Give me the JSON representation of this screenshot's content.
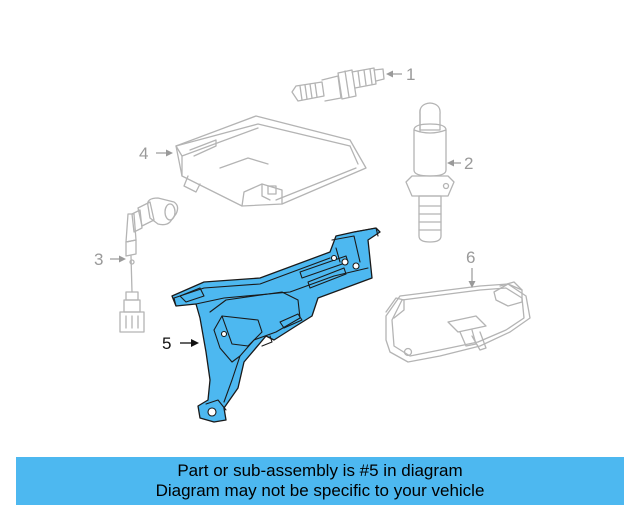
{
  "colors": {
    "highlight": "#4db8f0",
    "banner": "#4db8f0",
    "ghost_line": "#b4b4b4",
    "callout_muted": "#9a9a9a",
    "callout_strong": "#111111"
  },
  "callouts": {
    "c1": "1",
    "c2": "2",
    "c3": "3",
    "c4": "4",
    "c5": "5",
    "c6": "6"
  },
  "highlighted_part": "5",
  "banner": {
    "line1": "Part or sub-assembly is #5 in diagram",
    "line2": "Diagram may not be specific to your vehicle"
  }
}
